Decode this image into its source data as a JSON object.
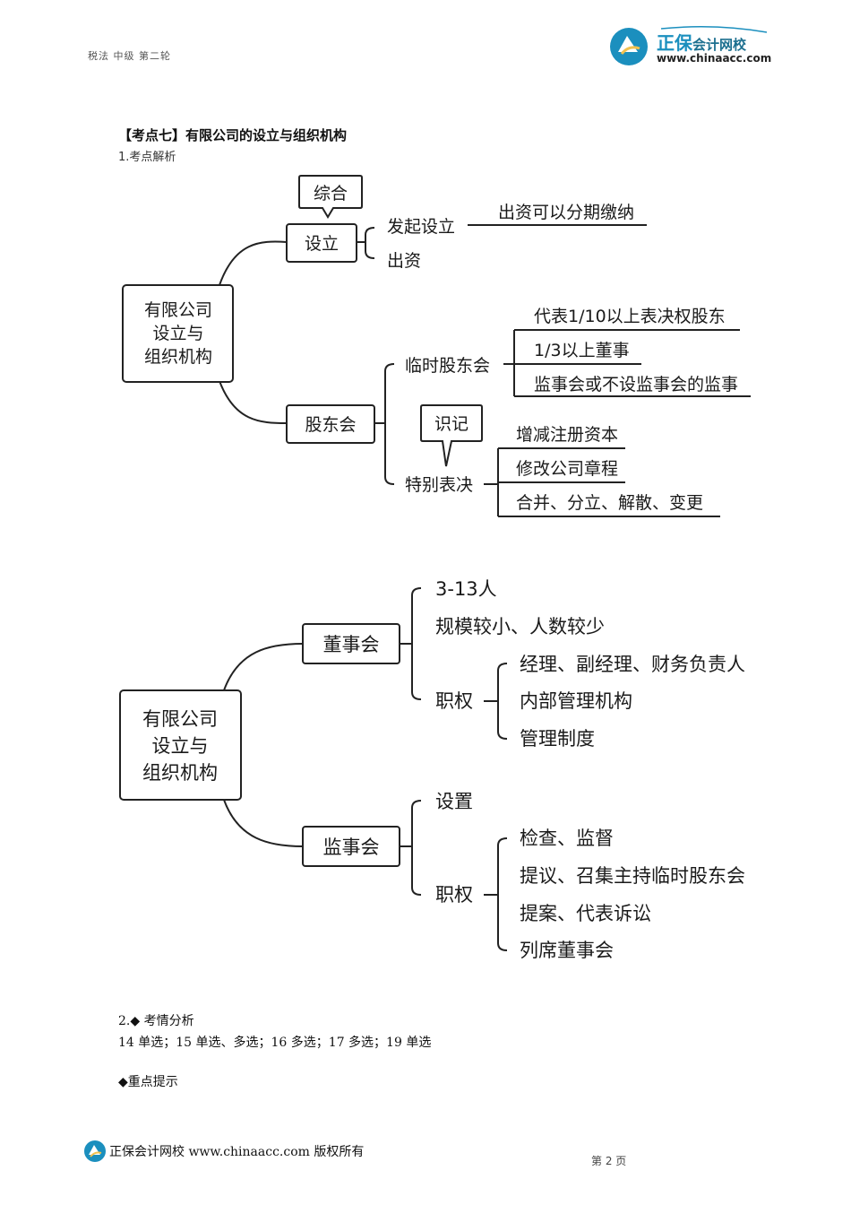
{
  "header": {
    "left_text": "税法 中级 第二轮",
    "brand": "正保",
    "brand_sub": "会计网校",
    "url": "www.chinaacc.com"
  },
  "section": {
    "title": "【考点七】有限公司的设立与组织机构",
    "subtitle": "1.考点解析"
  },
  "map1": {
    "root": [
      "有限公司",
      "设立与",
      "组织机构"
    ],
    "establish": "设立",
    "tag_comprehensive": "综合",
    "initiate": "发起设立",
    "installment": "出资可以分期缴纳",
    "capital": "出资",
    "shareholders": "股东会",
    "temp_meeting": "临时股东会",
    "temp_items": [
      "代表1/10以上表决权股东",
      "1/3以上董事",
      "监事会或不设监事会的监事"
    ],
    "tag_memorize": "识记",
    "special_vote": "特别表决",
    "special_items": [
      "增减注册资本",
      "修改公司章程",
      "合并、分立、解散、变更"
    ]
  },
  "map2": {
    "root": [
      "有限公司",
      "设立与",
      "组织机构"
    ],
    "board": "董事会",
    "board_items": [
      "3-13人",
      "规模较小、人数较少"
    ],
    "board_power": "职权",
    "board_power_items": [
      "经理、副经理、财务负责人",
      "内部管理机构",
      "管理制度"
    ],
    "supervisors": "监事会",
    "setup": "设置",
    "sup_power": "职权",
    "sup_power_items": [
      "检查、监督",
      "提议、召集主持临时股东会",
      "提案、代表诉讼",
      "列席董事会"
    ]
  },
  "analysis": {
    "heading": "2.◆ 考情分析",
    "text": "14 单选；15 单选、多选；16 多选；17 多选；19 单选",
    "tip": "◆重点提示"
  },
  "footer": {
    "text": "正保会计网校 www.chinaacc.com 版权所有",
    "page": "第 2 页"
  },
  "colors": {
    "brand": "#1b8fbe",
    "line": "#222222"
  }
}
